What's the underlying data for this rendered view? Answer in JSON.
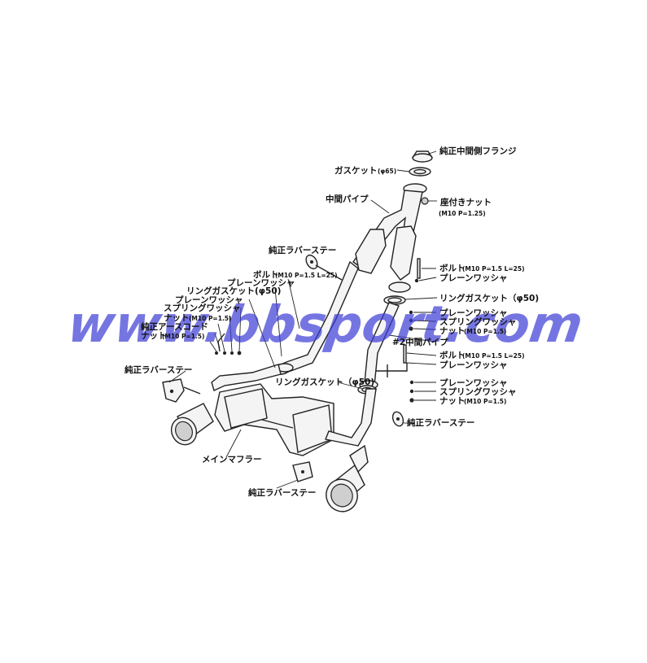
{
  "diagram": {
    "watermark": "www.bbsport.com",
    "colors": {
      "line": "#222222",
      "watermark": "#3b3bd6"
    },
    "labels": {
      "oem_mid_flange": "純正中間側フランジ",
      "gasket_65": "ガスケット",
      "gasket_65_size": "(φ65)",
      "flanged_nut": "座付きナット",
      "flanged_nut_spec": "(M10 P=1.25)",
      "mid_pipe": "中間パイプ",
      "rubber_stay_top": "純正ラバーステー",
      "bolt_right_1": "ボルト",
      "bolt_right_1_spec": "(M10 P=1.5 L=25)",
      "washer_right_1": "プレーンワッシャ",
      "ring_gasket_right": "リングガスケット（φ50)",
      "washer_right_2": "プレーンワッシャ",
      "spring_washer_right_1": "スプリングワッシャ",
      "nut_right_1": "ナット",
      "nut_right_1_spec": "(M10 P=1.5)",
      "mid_pipe_2": "#2中間パイプ",
      "bolt_right_2": "ボルト",
      "bolt_right_2_spec": "(M10 P=1.5 L=25)",
      "washer_right_3": "プレーンワッシャ",
      "washer_right_4": "プレーンワッシャ",
      "spring_washer_right_2": "スプリングワッシャ",
      "nut_right_2": "ナット",
      "nut_right_2_spec": "(M10 P=1.5)",
      "rubber_stay_right": "純正ラバーステー",
      "bolt_left": "ボルト",
      "bolt_left_spec": "(M10 P=1.5 L=25)",
      "washer_left_1": "プレーンワッシャ",
      "ring_gasket_left": "リングガスケット(φ50)",
      "washer_left_2": "プレーンワッシャ",
      "spring_washer_left": "スプリングワッシャ",
      "nut_left_1": "ナット",
      "nut_left_1_spec": "(M10 P=1.5)",
      "ground_cord": "純正アースコード",
      "nut_left_2": "ナット",
      "nut_left_2_spec": "(M10 P=1.5)",
      "rubber_stay_left": "純正ラバーステー",
      "ring_gasket_center": "リングガスケット（φ50)",
      "main_muffler": "メインマフラー",
      "rubber_stay_bottom": "純正ラバーステー"
    }
  }
}
